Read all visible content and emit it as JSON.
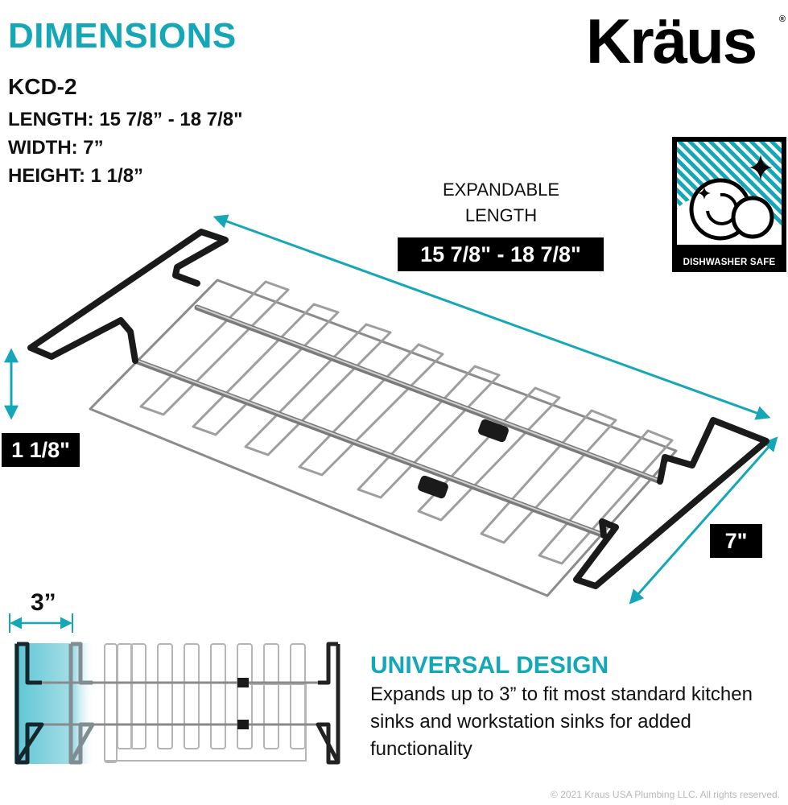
{
  "header": {
    "title": "DIMENSIONS",
    "model": "KCD-2",
    "specs": {
      "length": "LENGTH: 15 7/8” - 18 7/8\"",
      "width": "WIDTH: 7”",
      "height": "HEIGHT: 1 1/8”"
    }
  },
  "brand": {
    "logo_text": "Kräus",
    "registered_mark": "®"
  },
  "badge": {
    "icon": "dishwasher-safe-icon",
    "label": "DISHWASHER SAFE"
  },
  "diagram": {
    "expandable_label_line1": "EXPANDABLE",
    "expandable_label_line2": "LENGTH",
    "length_value": "15 7/8\" - 18 7/8\"",
    "height_value": "1 1/8\"",
    "width_value": "7\"",
    "expansion_value": "3”"
  },
  "universal_design": {
    "title": "UNIVERSAL DESIGN",
    "body": "Expands up to 3” to fit most standard kitchen sinks and workstation sinks for added functionality"
  },
  "footer": {
    "copyright": "© 2021 Kraus USA Plumbing LLC. All rights reserved."
  },
  "colors": {
    "accent_teal": "#14a7b8",
    "text_black": "#111111",
    "coating_black": "#1a1a1a",
    "steel_gray": "#9a9a9a",
    "copyright_gray": "#b8b8b8"
  }
}
